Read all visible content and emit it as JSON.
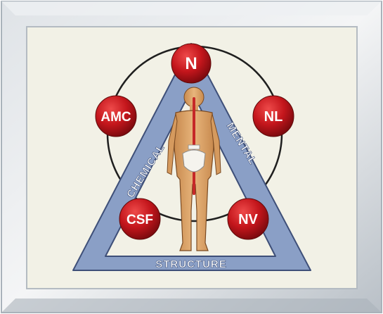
{
  "diagram": {
    "nodes": {
      "top": "N",
      "upper_left": "AMC",
      "upper_right": "NL",
      "lower_left": "CSF",
      "lower_right": "NV"
    },
    "sides": {
      "left": "CHEMICAL",
      "right": "MENTAL",
      "bottom": "STRUCTURE"
    }
  },
  "colors": {
    "node_red": "#c4161c",
    "triangle_blue": "#8a9fc6",
    "triangle_outline": "#3e4f78",
    "panel_background": "#f2f1e6",
    "frame": "#c9d0d6",
    "figure_skin": "#dca36a",
    "spine_red": "#c62828"
  }
}
